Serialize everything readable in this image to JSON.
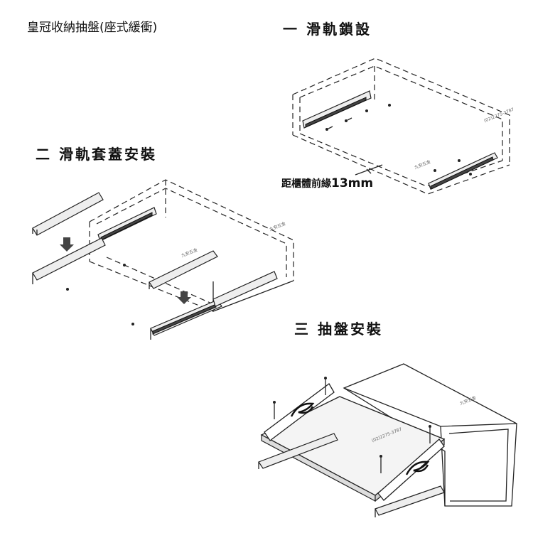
{
  "title": "皇冠收納抽盤(座式緩衝)",
  "steps": [
    {
      "label": "一 滑軌鎖設"
    },
    {
      "label": "二 滑軌套蓋安裝"
    },
    {
      "label": "三 抽盤安裝"
    }
  ],
  "annotation": {
    "prefix": "距櫃體前緣",
    "value": "13mm"
  },
  "watermark": {
    "brand": "九安五金",
    "phone": "(02)2275-3787"
  }
}
